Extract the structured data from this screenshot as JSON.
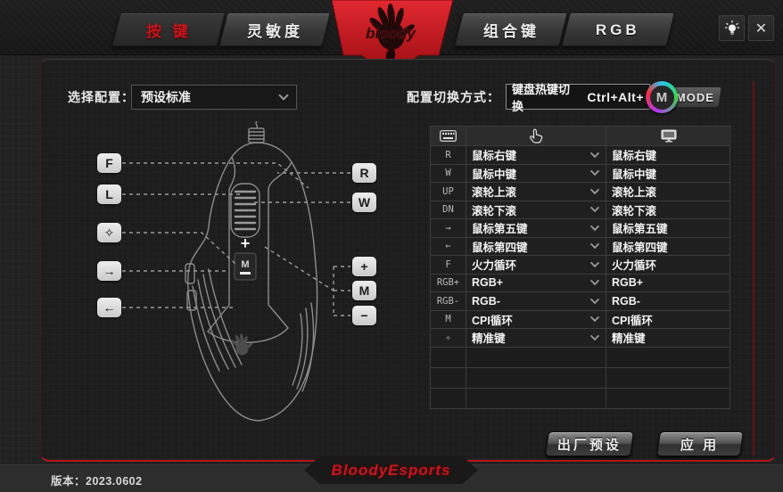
{
  "titlebar": {
    "tabs": [
      {
        "label": "按 键",
        "active": true
      },
      {
        "label": "灵敏度",
        "active": false
      },
      {
        "label": "组合键",
        "active": false
      },
      {
        "label": "RGB",
        "active": false
      }
    ],
    "logo_text": "bloody",
    "close_glyph": "✕"
  },
  "config": {
    "profile_label": "选择配置：",
    "profile_value": "预设标准",
    "switch_label": "配置切换方式：",
    "switch_method": "键盘热键切换",
    "switch_hotkey": "Ctrl+Alt+",
    "mode_button": "MODE",
    "mode_monogram": "M"
  },
  "mouse_diagram": {
    "left_badges": [
      "F",
      "L",
      "✧",
      "→",
      "←"
    ],
    "right_badges": [
      "R",
      "W",
      "+",
      "M",
      "−"
    ],
    "wheel_plus": "+",
    "wheel_m": "M"
  },
  "bindings_table": {
    "rows": [
      {
        "key": "R",
        "action": "鼠标右键",
        "display": "鼠标右键"
      },
      {
        "key": "W",
        "action": "鼠标中键",
        "display": "鼠标中键"
      },
      {
        "key": "UP",
        "action": "滚轮上滚",
        "display": "滚轮上滚"
      },
      {
        "key": "DN",
        "action": "滚轮下滚",
        "display": "滚轮下滚"
      },
      {
        "key": "→",
        "action": "鼠标第五键",
        "display": "鼠标第五键"
      },
      {
        "key": "←",
        "action": "鼠标第四键",
        "display": "鼠标第四键"
      },
      {
        "key": "F",
        "action": "火力循环",
        "display": "火力循环"
      },
      {
        "key": "RGB+",
        "action": "RGB+",
        "display": "RGB+"
      },
      {
        "key": "RGB-",
        "action": "RGB-",
        "display": "RGB-"
      },
      {
        "key": "M",
        "action": "CPI循环",
        "display": "CPI循环"
      },
      {
        "key": "✧",
        "action": "精准键",
        "display": "精准键"
      }
    ]
  },
  "footer": {
    "factory_label": "出厂预设",
    "apply_label": "应 用",
    "brand": "BloodyEsports",
    "version": "版本：2023.0602"
  },
  "colors": {
    "accent_red": "#c8161d",
    "active_tab_text": "#c4161d",
    "panel_bg": "#1d1d1d"
  }
}
